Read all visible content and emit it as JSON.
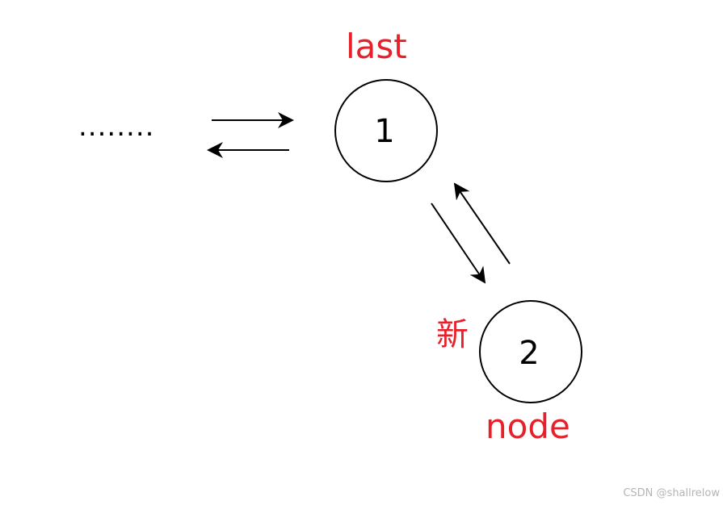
{
  "labels": {
    "last": "last",
    "new_char": "新",
    "node": "node",
    "ellipsis": "........",
    "watermark": "CSDN @shallrelow"
  },
  "nodes": [
    {
      "id": "node-1",
      "value": "1"
    },
    {
      "id": "node-2",
      "value": "2"
    }
  ],
  "colors": {
    "label": "#e8202a",
    "stroke": "#000000",
    "watermark": "#b5b5b5"
  }
}
